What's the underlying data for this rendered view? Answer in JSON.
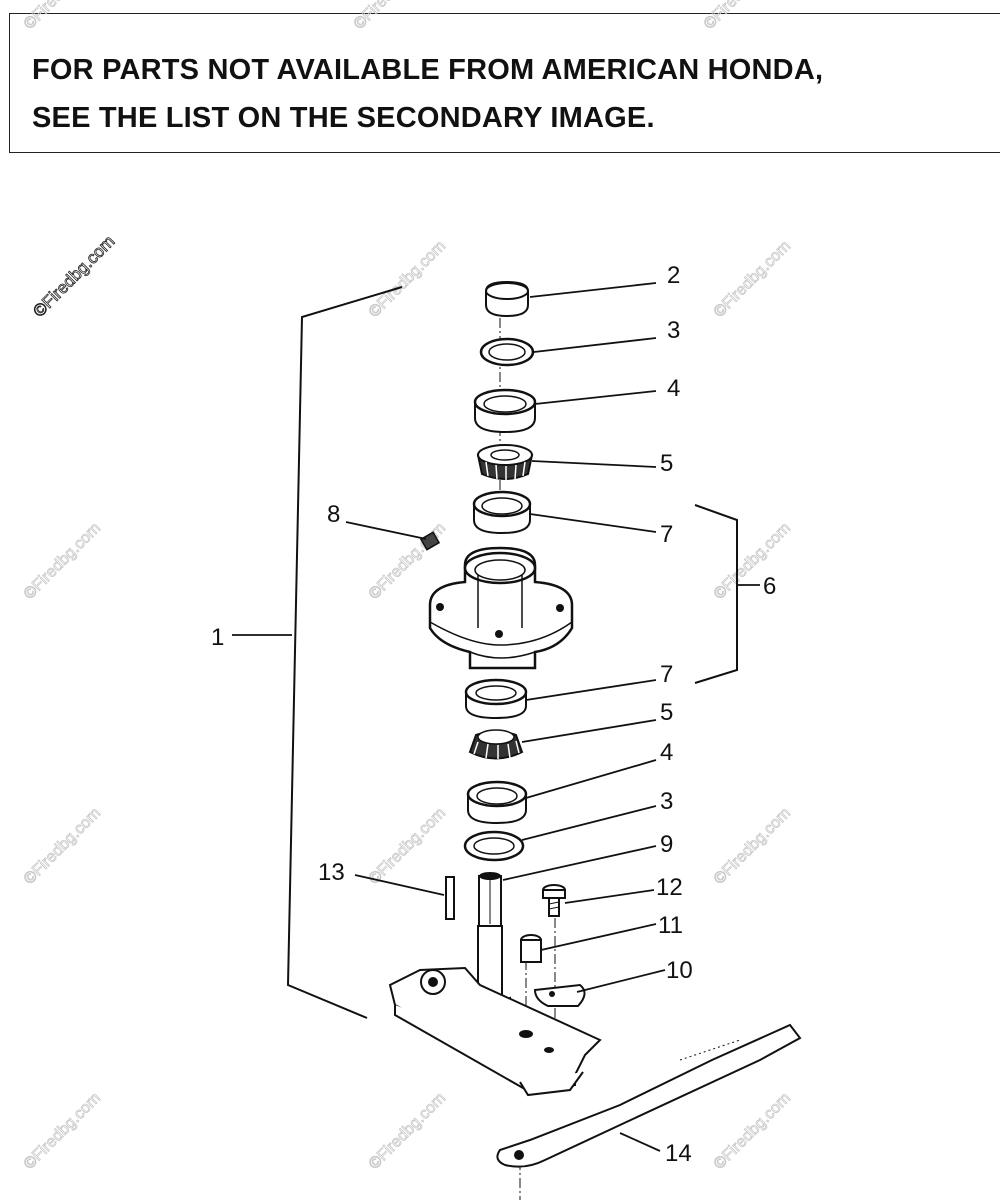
{
  "notice": {
    "line1": "FOR PARTS NOT AVAILABLE FROM AMERICAN HONDA,",
    "line2": "SEE THE LIST ON THE SECONDARY IMAGE."
  },
  "watermark": "©Firedbg.com",
  "callouts": {
    "c1": "1",
    "c2": "2",
    "c3a": "3",
    "c3b": "3",
    "c4a": "4",
    "c4b": "4",
    "c5a": "5",
    "c5b": "5",
    "c6": "6",
    "c7a": "7",
    "c7b": "7",
    "c8": "8",
    "c9": "9",
    "c10": "10",
    "c11": "11",
    "c12": "12",
    "c13": "13",
    "c14": "14"
  },
  "icons": {
    "spindle": "blade-spindle-assembly",
    "blade": "mower-blade"
  }
}
